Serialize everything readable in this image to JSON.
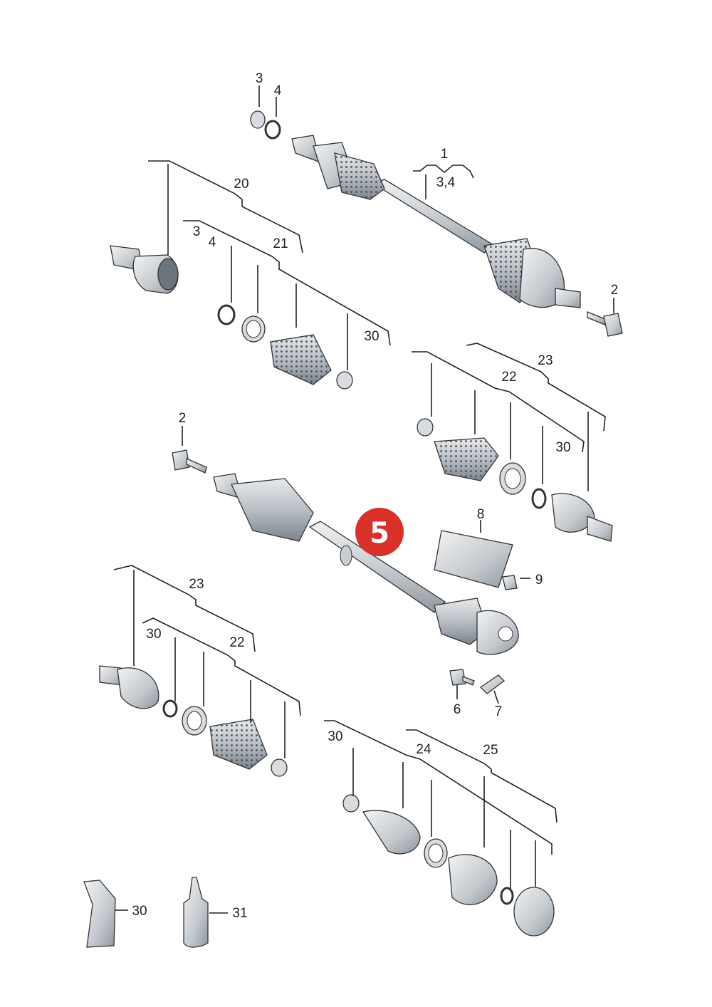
{
  "labels": {
    "l1": "1",
    "l34_top": "3,4",
    "l2_top": "2",
    "l3_top": "3",
    "l4_top": "4",
    "l20": "20",
    "l3_mid": "3",
    "l4_mid": "4",
    "l21": "21",
    "l30_a": "30",
    "l23_right": "23",
    "l22_right": "22",
    "l30_b": "30",
    "l2_mid": "2",
    "l8": "8",
    "l9": "9",
    "l6": "6",
    "l7": "7",
    "l23_left": "23",
    "l30_c": "30",
    "l22_left": "22",
    "l30_d": "30",
    "l24": "24",
    "l25": "25",
    "l30_e": "30",
    "l31": "31"
  },
  "badge": {
    "number": "5",
    "color": "#d9302a"
  }
}
